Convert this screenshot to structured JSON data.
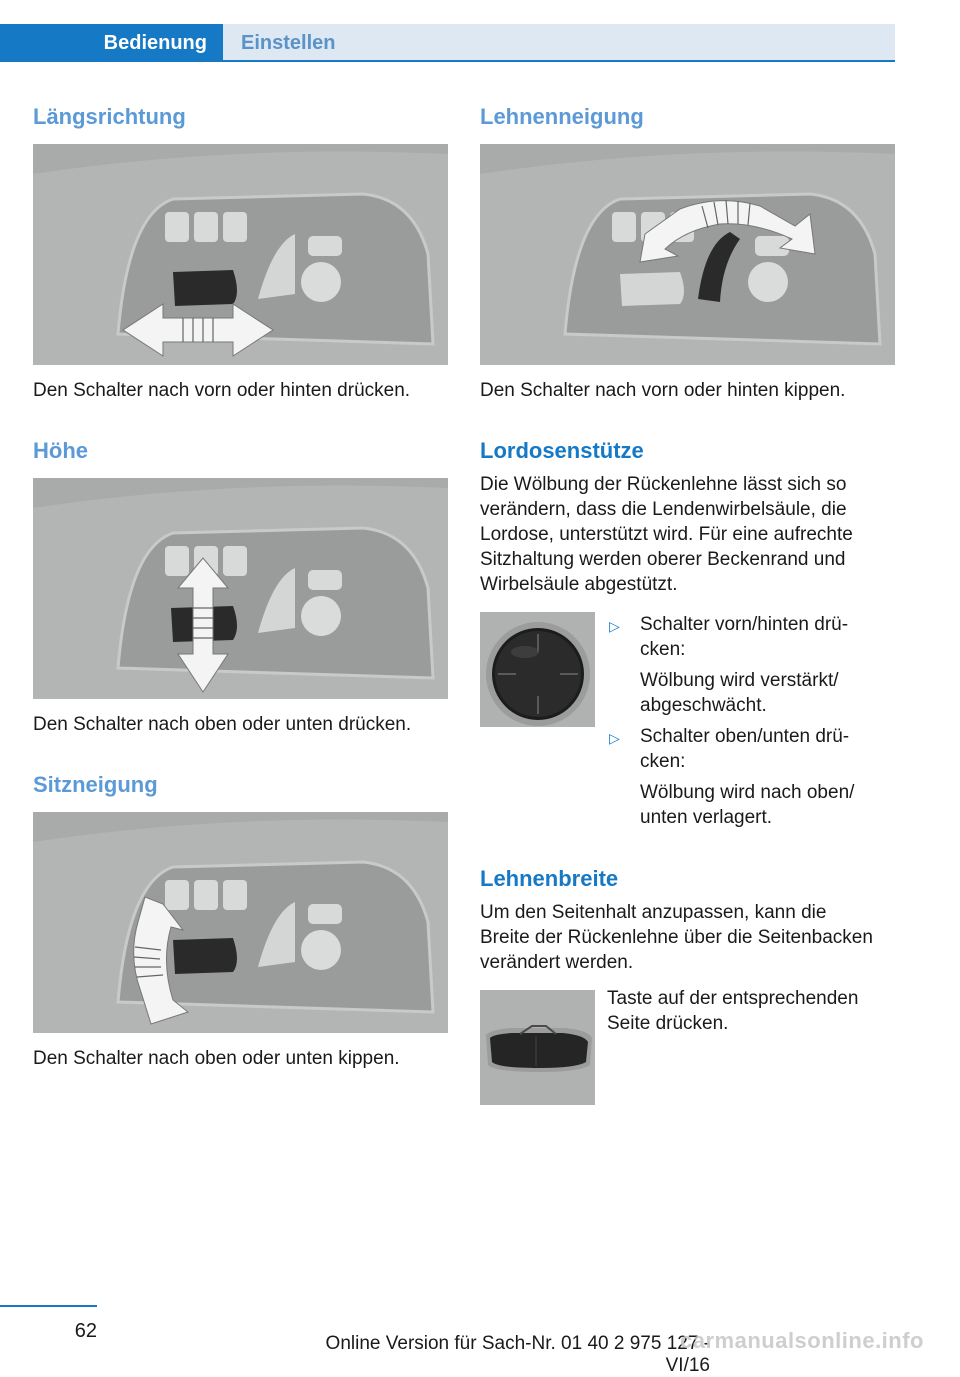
{
  "header": {
    "tab_active": "Bedienung",
    "tab_inactive": "Einstellen"
  },
  "sections": {
    "laengsrichtung": {
      "title": "Längsrichtung",
      "caption": "Den Schalter nach vorn oder hinten drücken."
    },
    "hoehe": {
      "title": "Höhe",
      "caption": "Den Schalter nach oben oder unten drücken."
    },
    "sitzneigung": {
      "title": "Sitzneigung",
      "caption": "Den Schalter nach oben oder unten kippen."
    },
    "lehnenneigung": {
      "title": "Lehnenneigung",
      "caption": "Den Schalter nach vorn oder hinten kippen."
    },
    "lordosenstuetze": {
      "title": "Lordosenstütze",
      "intro_lines": [
        "Die Wölbung der Rückenlehne lässt sich so",
        "verändern, dass die Lendenwirbelsäule, die",
        "Lordose, unterstützt wird. Für eine aufrechte",
        "Sitzhaltung werden oberer Beckenrand und",
        "Wirbelsäule abgestützt."
      ],
      "bullets": [
        {
          "lines": [
            "Schalter vorn/hinten drü-",
            "cken:"
          ],
          "result_lines": [
            "Wölbung wird verstärkt/",
            "abgeschwächt."
          ]
        },
        {
          "lines": [
            "Schalter oben/unten drü-",
            "cken:"
          ],
          "result_lines": [
            "Wölbung wird nach oben/",
            "unten verlagert."
          ]
        }
      ]
    },
    "lehnenbreite": {
      "title": "Lehnenbreite",
      "intro_lines": [
        "Um den Seitenhalt anzupassen, kann die",
        "Breite der Rückenlehne über die Seitenbacken",
        "verändert werden."
      ],
      "instruction_lines": [
        "Taste auf der entsprechenden",
        "Seite drücken."
      ]
    }
  },
  "footer": {
    "page_number": "62",
    "version_text": "Online Version für Sach-Nr. 01 40 2 975 127 - VI/16",
    "watermark": "carmanualsonline.info"
  },
  "colors": {
    "accent": "#1679c6",
    "tab_inactive_bg": "#dde8f3",
    "heading_light": "#5b9ad6"
  }
}
